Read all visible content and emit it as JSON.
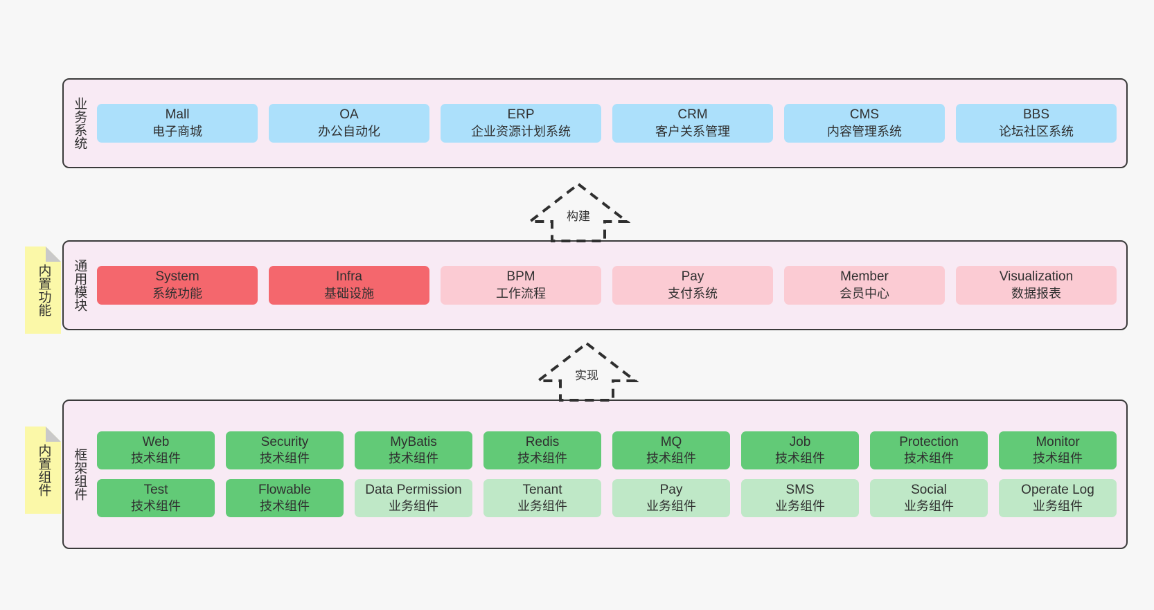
{
  "colors": {
    "canvas": "#f7f7f7",
    "panel": "#f8eaf4",
    "panel_border": "#3a3a3a",
    "blue": "#ace0fb",
    "red": "#f4676d",
    "pink": "#fbcbd3",
    "green": "#62ca77",
    "light_green": "#bfe8c7",
    "note": "#fbf8a8",
    "note_fold": "#c9c9c9"
  },
  "layers": [
    {
      "id": "business-system",
      "title": "业务系统",
      "rows": [
        [
          {
            "en": "Mall",
            "cn": "电子商城",
            "color": "blue"
          },
          {
            "en": "OA",
            "cn": "办公自动化",
            "color": "blue"
          },
          {
            "en": "ERP",
            "cn": "企业资源计划系统",
            "color": "blue"
          },
          {
            "en": "CRM",
            "cn": "客户关系管理",
            "color": "blue"
          },
          {
            "en": "CMS",
            "cn": "内容管理系统",
            "color": "blue"
          },
          {
            "en": "BBS",
            "cn": "论坛社区系统",
            "color": "blue"
          }
        ]
      ]
    },
    {
      "id": "common-module",
      "title": "通用模块",
      "note": "内置功能",
      "rows": [
        [
          {
            "en": "System",
            "cn": "系统功能",
            "color": "red"
          },
          {
            "en": "Infra",
            "cn": "基础设施",
            "color": "red"
          },
          {
            "en": "BPM",
            "cn": "工作流程",
            "color": "pink"
          },
          {
            "en": "Pay",
            "cn": "支付系统",
            "color": "pink"
          },
          {
            "en": "Member",
            "cn": "会员中心",
            "color": "pink"
          },
          {
            "en": "Visualization",
            "cn": "数据报表",
            "color": "pink"
          }
        ]
      ]
    },
    {
      "id": "framework-component",
      "title": "框架组件",
      "note": "内置组件",
      "rows": [
        [
          {
            "en": "Web",
            "cn": "技术组件",
            "color": "green"
          },
          {
            "en": "Security",
            "cn": "技术组件",
            "color": "green"
          },
          {
            "en": "MyBatis",
            "cn": "技术组件",
            "color": "green"
          },
          {
            "en": "Redis",
            "cn": "技术组件",
            "color": "green"
          },
          {
            "en": "MQ",
            "cn": "技术组件",
            "color": "green"
          },
          {
            "en": "Job",
            "cn": "技术组件",
            "color": "green"
          },
          {
            "en": "Protection",
            "cn": "技术组件",
            "color": "green"
          },
          {
            "en": "Monitor",
            "cn": "技术组件",
            "color": "green"
          }
        ],
        [
          {
            "en": "Test",
            "cn": "技术组件",
            "color": "green"
          },
          {
            "en": "Flowable",
            "cn": "技术组件",
            "color": "green"
          },
          {
            "en": "Data Permission",
            "cn": "业务组件",
            "color": "light_green"
          },
          {
            "en": "Tenant",
            "cn": "业务组件",
            "color": "light_green"
          },
          {
            "en": "Pay",
            "cn": "业务组件",
            "color": "light_green"
          },
          {
            "en": "SMS",
            "cn": "业务组件",
            "color": "light_green"
          },
          {
            "en": "Social",
            "cn": "业务组件",
            "color": "light_green"
          },
          {
            "en": "Operate Log",
            "cn": "业务组件",
            "color": "light_green"
          }
        ]
      ]
    }
  ],
  "connectors": [
    {
      "id": "build",
      "label": "构建"
    },
    {
      "id": "implement",
      "label": "实现"
    }
  ]
}
